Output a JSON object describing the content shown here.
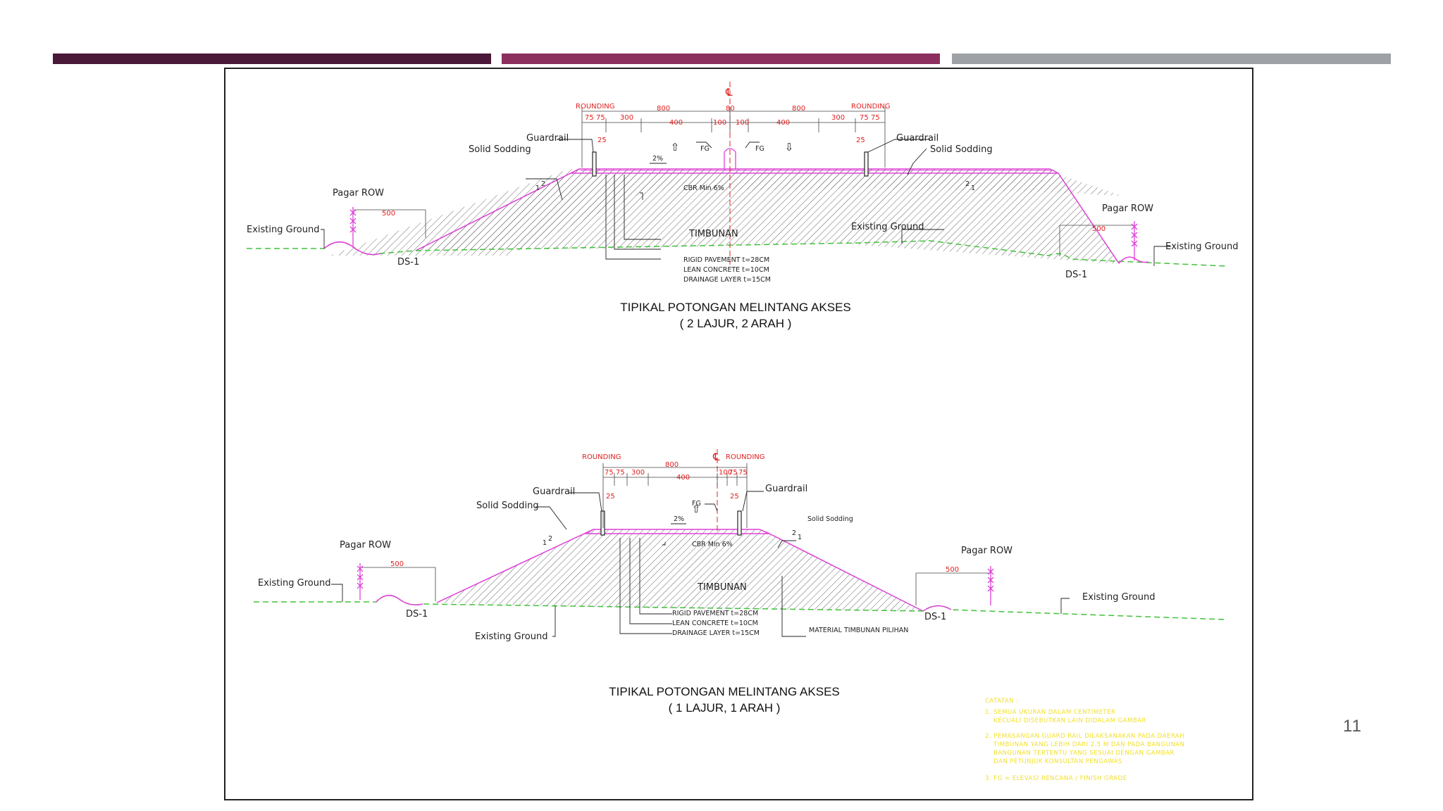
{
  "slide": {
    "page_number": "11"
  },
  "colors": {
    "bar1": "#4a1838",
    "bar2": "#8c2f5e",
    "bar3": "#9ea2a6",
    "magenta": "#e040d8",
    "ground": "#41c23a",
    "dims": "#e0201f",
    "notes": "#f2e02a"
  },
  "section1": {
    "centerline": "℄",
    "rounding_left": "ROUNDING",
    "rounding_right": "ROUNDING",
    "dims": {
      "d75a": "75",
      "d75b": "75",
      "d300l": "300",
      "d800l": "800",
      "d400l": "400",
      "d100l": "100",
      "d80": "80",
      "d100r": "100",
      "d400r": "400",
      "d800r": "800",
      "d300r": "300",
      "d75c": "75",
      "d75d": "75",
      "d25l": "25",
      "d25r": "25"
    },
    "guardrail_left": "Guardrail",
    "guardrail_right": "Guardrail",
    "solid_sodding_left": "Solid Sodding",
    "solid_sodding_right": "Solid Sodding",
    "slope_pct": "2%",
    "fg_left": "FG",
    "fg_right": "FG",
    "cbr": "CBR Min 6%",
    "slope_left": "2",
    "slope_left_b": "1",
    "slope_right": "2",
    "slope_right_b": "1",
    "pagar_row_left": "Pagar ROW",
    "pagar_row_right": "Pagar ROW",
    "row_dim_left": "500",
    "row_dim_right": "500",
    "existing_ground_left": "Existing Ground",
    "existing_ground_mid": "Existing Ground",
    "existing_ground_right": "Existing Ground",
    "timbunan": "TIMBUNAN",
    "ds_left": "DS-1",
    "ds_right": "DS-1",
    "layer_rigid": "RIGID PAVEMENT  t=28CM",
    "layer_lean": "LEAN CONCRETE  t=10CM",
    "layer_drain": "DRAINAGE LAYER  t=15CM",
    "title": "TIPIKAL POTONGAN MELINTANG AKSES",
    "subtitle": "( 2 LAJUR, 2 ARAH )"
  },
  "section2": {
    "centerline": "℄",
    "rounding_left": "ROUNDING",
    "rounding_right": "ROUNDING",
    "dims": {
      "d75a": "75",
      "d75b": "75",
      "d300": "300",
      "d800": "800",
      "d400": "400",
      "d100": "100",
      "d75c": "75",
      "d75d": "75",
      "d25l": "25",
      "d25r": "25"
    },
    "guardrail_left": "Guardrail",
    "guardrail_right": "Guardrail",
    "solid_sodding_left": "Solid Sodding",
    "solid_sodding_right": "Solid Sodding",
    "slope_pct": "2%",
    "fg": "FG",
    "cbr": "CBR Min 6%",
    "slope_left": "2",
    "slope_left_b": "1",
    "slope_right": "2",
    "slope_right_b": "1",
    "pagar_row_left": "Pagar ROW",
    "pagar_row_right": "Pagar ROW",
    "row_dim_left": "500",
    "row_dim_right": "500",
    "existing_ground_left": "Existing Ground",
    "existing_ground_bottom": "Existing Ground",
    "existing_ground_right": "Existing Ground",
    "timbunan": "TIMBUNAN",
    "ds_left": "DS-1",
    "ds_right": "DS-1",
    "layer_rigid": "RIGID PAVEMENT  t=28CM",
    "layer_lean": "LEAN CONCRETE  t=10CM",
    "layer_drain": "DRAINAGE LAYER  t=15CM",
    "material": "MATERIAL TIMBUNAN PILIHAN",
    "title": "TIPIKAL POTONGAN MELINTANG AKSES",
    "subtitle": "( 1 LAJUR, 1 ARAH )"
  },
  "notes": {
    "heading": "CATATAN :",
    "n1a": "1. SEMUA UKURAN DALAM CENTIMETER",
    "n1b": "KECUALI DISEBUTKAN LAIN DIDALAM GAMBAR",
    "n2a": "2. PEMASANGAN GUARD RAIL DILAKSANAKAN PADA DAERAH",
    "n2b": "TIMBUNAN YANG LEBIH DARI 2.5 M DAN PADA BANGUNAN",
    "n2c": "BANGUNAN TERTENTU YANG SESUAI DENGAN GAMBAR",
    "n2d": "DAN PETUNJUK KONSULTAN PENGAWAS",
    "n3": "3. FG = ELEVASI RENCANA / FINISH GRADE"
  }
}
